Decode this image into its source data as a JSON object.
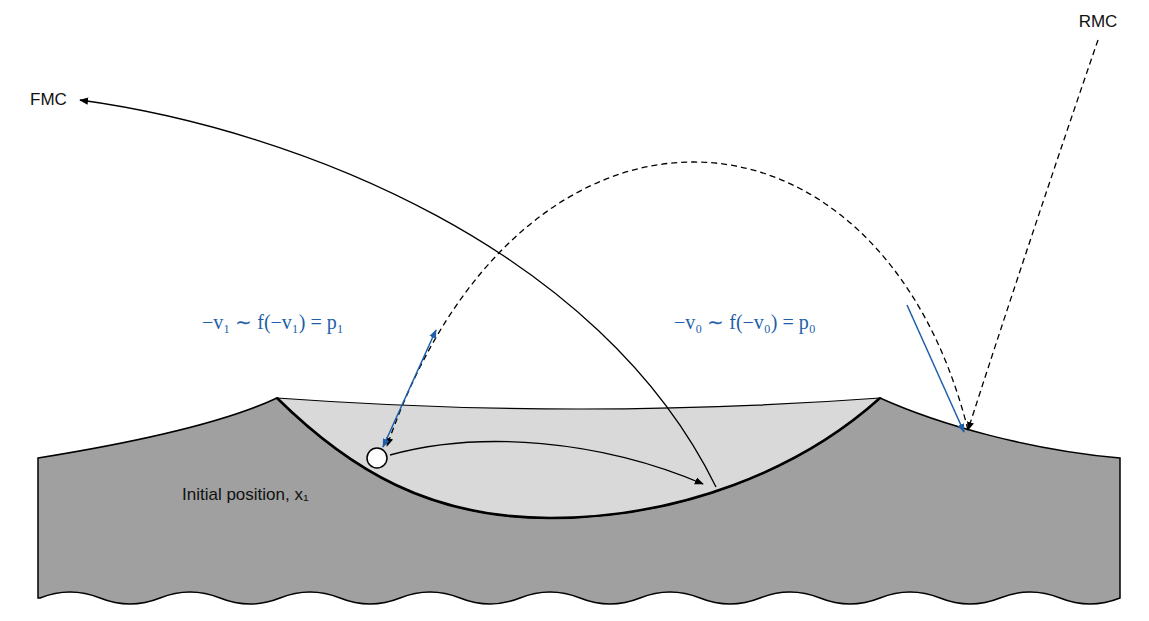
{
  "diagram": {
    "labels": [
      "RMC",
      "FMC",
      "−v₁ ∼ f(−v₁) = p₁",
      "−v₀ ∼ f(−v₀) = p₀",
      "Initial position, x₁"
    ]
  }
}
